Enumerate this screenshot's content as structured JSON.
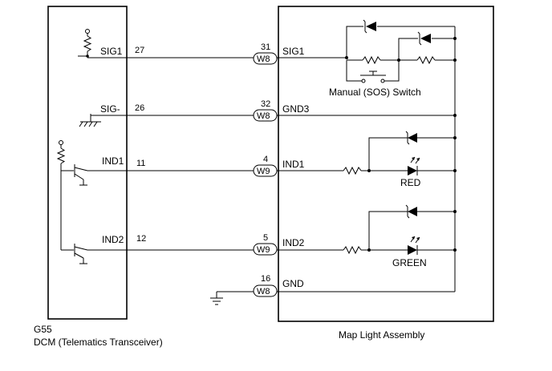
{
  "dcm": {
    "code": "G55",
    "name": "DCM (Telematics Transceiver)",
    "terminals": [
      {
        "label": "SIG1",
        "pin": "27"
      },
      {
        "label": "SIG-",
        "pin": "26"
      },
      {
        "label": "IND1",
        "pin": "11"
      },
      {
        "label": "IND2",
        "pin": "12"
      }
    ]
  },
  "map_light": {
    "name": "Map Light Assembly",
    "terminals": [
      {
        "label": "SIG1",
        "pin": "31",
        "connector": "W8"
      },
      {
        "label": "GND3",
        "pin": "32",
        "connector": "W8"
      },
      {
        "label": "IND1",
        "pin": "4",
        "connector": "W9"
      },
      {
        "label": "IND2",
        "pin": "5",
        "connector": "W9"
      },
      {
        "label": "GND",
        "pin": "16",
        "connector": "W8"
      }
    ],
    "switch_label": "Manual (SOS) Switch",
    "led_red_label": "RED",
    "led_green_label": "GREEN"
  }
}
